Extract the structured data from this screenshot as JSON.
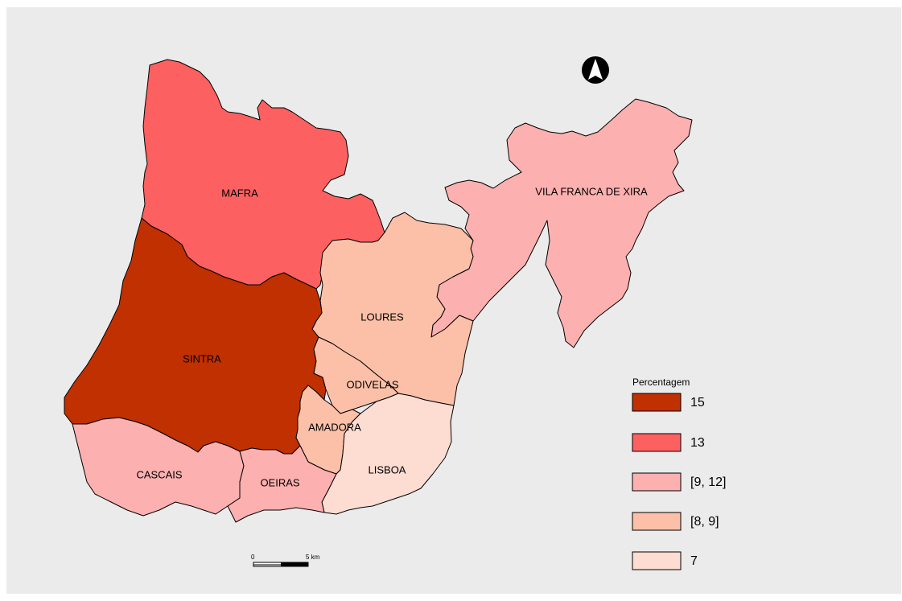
{
  "legend": {
    "title": "Percentagem",
    "items": [
      {
        "label": "15",
        "color": "#c03000"
      },
      {
        "label": "13",
        "color": "#fd6060"
      },
      {
        "label": "[9, 12]",
        "color": "#fdb0b0"
      },
      {
        "label": "[8, 9]",
        "color": "#fcc0a8"
      },
      {
        "label": "7",
        "color": "#fddcd2"
      }
    ]
  },
  "municipalities": [
    {
      "id": "mafra",
      "label": "MAFRA",
      "color": "#fd6060"
    },
    {
      "id": "sintra",
      "label": "SINTRA",
      "color": "#c03000"
    },
    {
      "id": "vila-franca",
      "label": "VILA FRANCA DE XIRA",
      "color": "#fdb0b0"
    },
    {
      "id": "loures",
      "label": "LOURES",
      "color": "#fcc0a8"
    },
    {
      "id": "odivelas",
      "label": "ODIVELAS",
      "color": "#fcc0a8"
    },
    {
      "id": "amadora",
      "label": "AMADORA",
      "color": "#fcc0a8"
    },
    {
      "id": "cascais",
      "label": "CASCAIS",
      "color": "#fdb0b0"
    },
    {
      "id": "oeiras",
      "label": "OEIRAS",
      "color": "#fdb0b0"
    },
    {
      "id": "lisboa",
      "label": "LISBOA",
      "color": "#fddcd2"
    }
  ],
  "scalebar": {
    "start": "0",
    "end": "5 km"
  },
  "north_arrow": {
    "icon": "north-arrow-icon"
  }
}
